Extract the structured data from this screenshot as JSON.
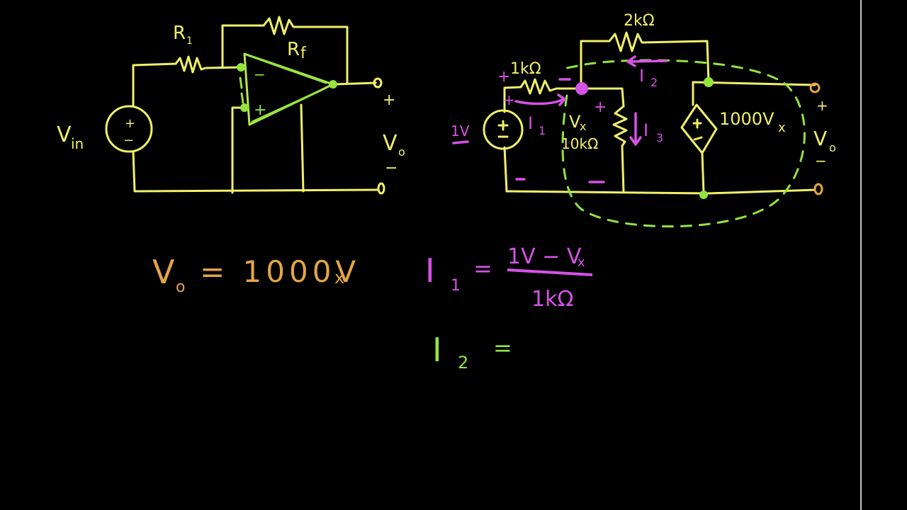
{
  "colors": {
    "background": "#000000",
    "wire": "#f0f06a",
    "annotation_magenta": "#d651e6",
    "annotation_green": "#93e43e",
    "annotation_orange": "#e3a544",
    "separator": "#c8c8c8"
  },
  "left_circuit": {
    "source_label": "V",
    "source_label_sub": "in",
    "source_plus": "+",
    "source_minus": "−",
    "r1_label": "R",
    "r1_sub": "1",
    "rf_label": "R",
    "rf_sub": "f",
    "opamp_minus": "−",
    "opamp_plus": "+",
    "out_plus": "+",
    "out_label": "V",
    "out_sub": "o",
    "out_minus": "−"
  },
  "right_circuit": {
    "source_value": "1V",
    "source_plus": "+",
    "source_minus": "−",
    "r_series_label": "1kΩ",
    "r_feedback_label": "2kΩ",
    "r_shunt_label": "10kΩ",
    "node_label": "V",
    "node_label_sub": "x",
    "i1_label": "I",
    "i1_sub": "1",
    "i2_label": "I",
    "i2_sub": "2",
    "i3_label": "I",
    "i3_sub": "3",
    "dep_source_label": "1000V",
    "dep_source_sub": "x",
    "dep_plus": "+",
    "dep_minus": "−",
    "out_plus": "+",
    "out_label": "V",
    "out_sub": "o",
    "out_minus": "−",
    "polarity_plus": "+",
    "polarity_minus": "−"
  },
  "equations": {
    "eq1_lhs": "V",
    "eq1_lhs_sub": "o",
    "eq1_rhs": "= 1000V",
    "eq1_rhs_sub": "x",
    "eq2_lhs": "I",
    "eq2_lhs_sub": "1",
    "eq2_eq": "=",
    "eq2_numerator": "1V − V",
    "eq2_numerator_sub": "x",
    "eq2_denominator": "1kΩ",
    "eq3_lhs": "I",
    "eq3_lhs_sub": "2",
    "eq3_eq": "="
  }
}
